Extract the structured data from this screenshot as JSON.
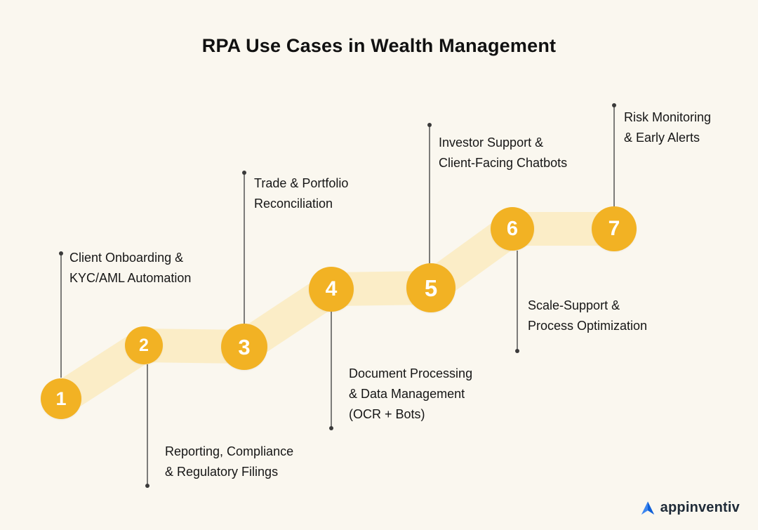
{
  "title": "RPA Use Cases in Wealth Management",
  "milestones": [
    {
      "number": "1",
      "label": "Client Onboarding & KYC/AML Automation",
      "lines": [
        "Client Onboarding &",
        "KYC/AML Automation"
      ],
      "label_position": "above"
    },
    {
      "number": "2",
      "label": "Reporting, Compliance & Regulatory Filings",
      "lines": [
        "Reporting, Compliance",
        "& Regulatory Filings"
      ],
      "label_position": "below"
    },
    {
      "number": "3",
      "label": "Trade & Portfolio Reconciliation",
      "lines": [
        "Trade & Portfolio",
        "Reconciliation"
      ],
      "label_position": "above"
    },
    {
      "number": "4",
      "label": "Document Processing & Data Management (OCR + Bots)",
      "lines": [
        "Document Processing",
        "& Data Management",
        "(OCR + Bots)"
      ],
      "label_position": "below"
    },
    {
      "number": "5",
      "label": "Investor Support & Client-Facing Chatbots",
      "lines": [
        "Investor Support &",
        "Client-Facing Chatbots"
      ],
      "label_position": "above"
    },
    {
      "number": "6",
      "label": "Scale-Support & Process Optimization",
      "lines": [
        "Scale-Support &",
        "Process Optimization"
      ],
      "label_position": "below"
    },
    {
      "number": "7",
      "label": "Risk Monitoring & Early Alerts",
      "lines": [
        "Risk Monitoring",
        "& Early Alerts"
      ],
      "label_position": "above"
    }
  ],
  "logo": {
    "text": "appinventiv",
    "icon": "appinventiv-triangle-icon"
  },
  "colors": {
    "background": "#FAF7EF",
    "circle": "#F2B224",
    "ribbon": "#FBEDC7",
    "text": "#161616",
    "connector_line": "#3A3A3A",
    "logo_blue_light": "#3C86F0",
    "logo_blue_dark": "#0F5FD7"
  }
}
